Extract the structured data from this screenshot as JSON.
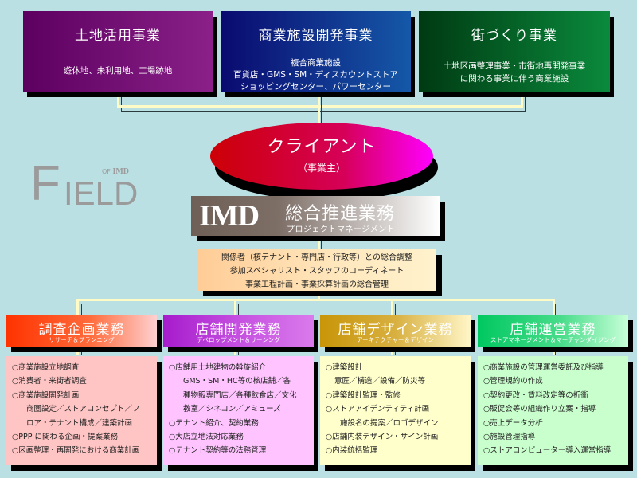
{
  "top_boxes": [
    {
      "title": "土地活用事業",
      "lines": [
        "遊休地、未利用地、工場跡地"
      ]
    },
    {
      "title": "商業施設開発事業",
      "lines": [
        "複合商業施設",
        "百貨店・GMS・SM・ディスカウントストア",
        "ショッピングセンター、パワーセンター"
      ]
    },
    {
      "title": "街づくり事業",
      "lines": [
        "土地区画整理事業・市街地再開発事業",
        "に関わる事業に伴う商業施設"
      ]
    }
  ],
  "client": {
    "title": "クライアント",
    "subtitle": "（事業主）"
  },
  "logo": {
    "initial": "F",
    "rest": "IELD",
    "of": "OF",
    "brand": "IMD"
  },
  "imd": {
    "logo": "IMD",
    "title": "総合推進業務",
    "subtitle": "プロジェクトマネージメント"
  },
  "coordination": {
    "lines": [
      "関係者（核テナント・専門店・行政等）との総合調整",
      "参加スペシャリスト・スタッフのコーディネート",
      "事業工程計画・事業採算計画の総合管理"
    ]
  },
  "categories": [
    {
      "title": "調査企画業務",
      "subtitle": "リサーチ＆プランニング",
      "items": [
        {
          "text": "○商業施設立地調査",
          "indent": 0
        },
        {
          "text": "○消費者・来街者調査",
          "indent": 0
        },
        {
          "text": "○商業施設開発計画",
          "indent": 0
        },
        {
          "text": "商圏設定／ストアコンセプト／フ",
          "indent": 2
        },
        {
          "text": "ロア・テナント構成／建築計画",
          "indent": 2
        },
        {
          "text": "○PPP に関わる企画・提案業務",
          "indent": 0
        },
        {
          "text": "○区画整理・再開発における商業計画",
          "indent": 0
        }
      ]
    },
    {
      "title": "店舗開発業務",
      "subtitle": "デベロップメント＆リーシング",
      "items": [
        {
          "text": "○店舗用土地建物の斡旋紹介",
          "indent": 0
        },
        {
          "text": "GMS・SM・HC等の核店舗／各",
          "indent": 2
        },
        {
          "text": "種物販専門店／各種飲食店／文化",
          "indent": 2
        },
        {
          "text": "教室／シネコン／アミューズ",
          "indent": 2
        },
        {
          "text": "○テナント紹介、契約業務",
          "indent": 0
        },
        {
          "text": "○大店立地法対応業務",
          "indent": 0
        },
        {
          "text": "○テナント契約等の法務管理",
          "indent": 0
        }
      ]
    },
    {
      "title": "店舗デザイン業務",
      "subtitle": "アーキテクチャー＆デザイン",
      "items": [
        {
          "text": "○建築設計",
          "indent": 0
        },
        {
          "text": "意匠／構造／設備／防災等",
          "indent": 1
        },
        {
          "text": "○建築設計監理・監修",
          "indent": 0
        },
        {
          "text": "○ストアアイデンティティ計画",
          "indent": 0
        },
        {
          "text": "施設名の提案／ロゴデザイン",
          "indent": 2
        },
        {
          "text": "○店舗内装デザイン・サイン計画",
          "indent": 0
        },
        {
          "text": "○内装統括監理",
          "indent": 0
        }
      ]
    },
    {
      "title": "店舗運営業務",
      "subtitle": "ストアマネージメント＆マーチャンダイジング",
      "items": [
        {
          "text": "○商業施設の管理運営委託及び指導",
          "indent": 0
        },
        {
          "text": "○管理規約の作成",
          "indent": 0
        },
        {
          "text": "○契約更改・賃料改定等の折衝",
          "indent": 0
        },
        {
          "text": "○販促会等の組織作り立案・指導",
          "indent": 0
        },
        {
          "text": "○売上データ分析",
          "indent": 0
        },
        {
          "text": "○施設管理指導",
          "indent": 0
        },
        {
          "text": "○ストアコンピューター導入運営指導",
          "indent": 0
        }
      ]
    }
  ],
  "colors": {
    "background": "#bae0e4",
    "connector_light": "#fffbc6",
    "connector_dark": "#2b3a3c"
  }
}
